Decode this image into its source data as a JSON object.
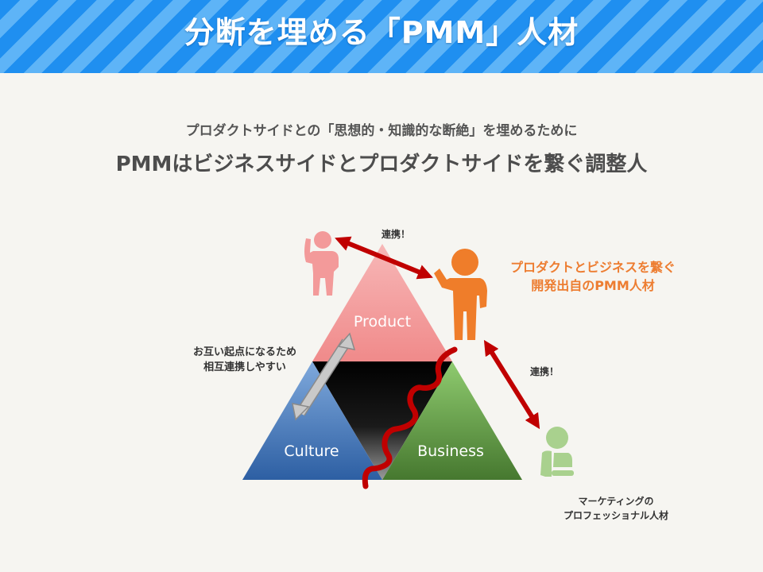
{
  "header": {
    "title": "分断を埋める「PMM」人材"
  },
  "subtitle": {
    "line1": "プロダクトサイドとの「思想的・知識的な断絶」を埋めるために",
    "line2": "PMMはビジネスサイドとプロダクトサイドを繋ぐ調整人"
  },
  "diagram": {
    "product_label": "Product",
    "culture_label": "Culture",
    "business_label": "Business",
    "collab_top": "連携！",
    "collab_right": "連携！",
    "mutual_line1": "お互い起点になるため",
    "mutual_line2": "相互連携しやすい",
    "pmm_line1": "プロダクトとビジネスを繋ぐ",
    "pmm_line2": "開発出自のPMM人材",
    "marketing_line1": "マーケティングの",
    "marketing_line2": "プロフェッショナル人材"
  },
  "colors": {
    "banner_stripe_dark": "#1f8ff0",
    "banner_stripe_light": "#5eb4f7",
    "product": "#f4a0a0",
    "culture": "#3c72b8",
    "business": "#5fa046",
    "pmm_person": "#ef7d2a",
    "pink_person": "#f39a9a",
    "green_person": "#a9d18e",
    "arrow_red": "#c00000",
    "arrow_gray": "#bfbfbf"
  },
  "icons": [
    "person-pink-icon",
    "person-orange-icon",
    "person-green-icon",
    "arrow-icons"
  ]
}
